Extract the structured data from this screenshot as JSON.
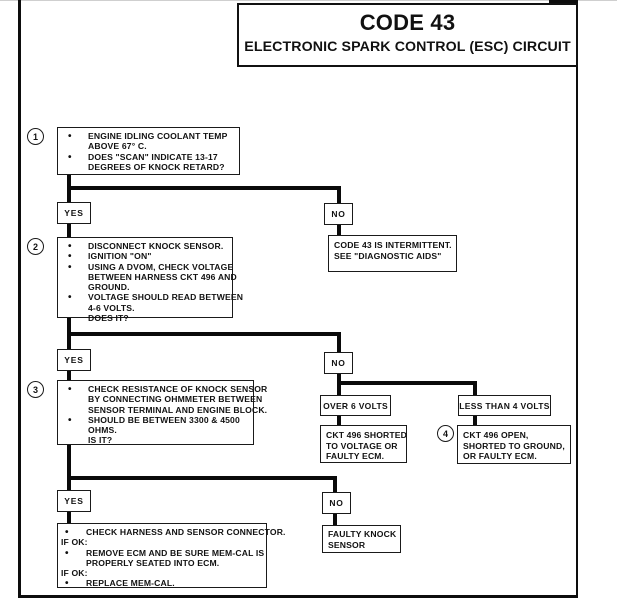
{
  "title": {
    "code": "CODE 43",
    "subtitle": "ELECTRONIC SPARK CONTROL (ESC) CIRCUIT"
  },
  "labels": {
    "yes": "YES",
    "no": "NO"
  },
  "flow": {
    "step1": {
      "num": "1",
      "lines": [
        "ENGINE IDLING COOLANT TEMP",
        "ABOVE 67° C.",
        "DOES \"SCAN\" INDICATE 13-17",
        "DEGREES OF KNOCK RETARD?"
      ]
    },
    "intermittent": {
      "lines": [
        "CODE 43 IS INTERMITTENT.",
        "SEE \"DIAGNOSTIC AIDS\""
      ]
    },
    "step2": {
      "num": "2",
      "lines": [
        "DISCONNECT KNOCK SENSOR.",
        "IGNITION \"ON\"",
        "USING A DVOM, CHECK VOLTAGE",
        "BETWEEN HARNESS CKT 496 AND",
        "GROUND.",
        "VOLTAGE SHOULD READ BETWEEN",
        "4-6 VOLTS.",
        "DOES IT?"
      ]
    },
    "step3": {
      "num": "3",
      "lines": [
        "CHECK RESISTANCE OF KNOCK SENSOR",
        "BY CONNECTING OHMMETER BETWEEN",
        "SENSOR TERMINAL AND ENGINE BLOCK.",
        "SHOULD BE BETWEEN 3300 & 4500",
        "OHMS.",
        "IS IT?"
      ]
    },
    "over6": {
      "label": "OVER 6 VOLTS",
      "result": [
        "CKT 496 SHORTED",
        "TO VOLTAGE OR",
        "FAULTY ECM."
      ]
    },
    "less4": {
      "num": "4",
      "label": "LESS THAN 4 VOLTS",
      "result": [
        "CKT 496 OPEN,",
        "SHORTED TO GROUND,",
        "OR FAULTY ECM."
      ]
    },
    "final_yes": {
      "lines": [
        "CHECK HARNESS AND SENSOR CONNECTOR.",
        "IF OK:",
        "REMOVE ECM AND BE SURE MEM-CAL IS",
        "PROPERLY SEATED INTO ECM.",
        "IF OK:",
        "REPLACE MEM-CAL."
      ]
    },
    "final_no": {
      "lines": [
        "FAULTY KNOCK",
        "SENSOR"
      ]
    }
  }
}
